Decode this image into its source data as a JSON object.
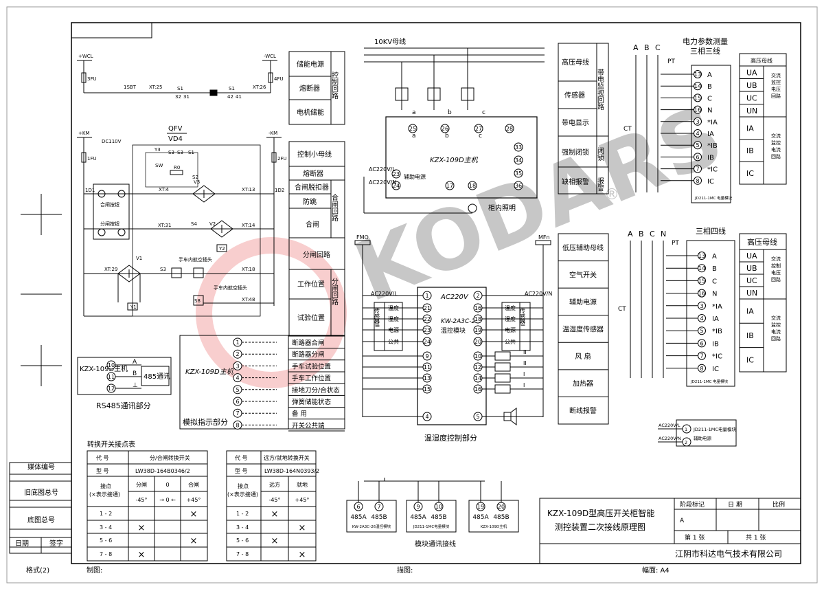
{
  "watermark": "KODARS",
  "dc_control": {
    "wcl_pos": "+WCL",
    "wcl_neg": "-WCL",
    "fu3": "3FU",
    "fu4": "4FU",
    "sbt": "1SBT",
    "xt25": "XT:25",
    "xt26": "XT:26",
    "s1a": "S1",
    "s1b": "S1",
    "s1n1": "32",
    "s1n2": "31",
    "s1n3": "42",
    "s1n4": "41"
  },
  "main_dc": {
    "km_pos": "+KM",
    "km_neg": "-KM",
    "dc": "DC110V",
    "fu1": "1FU",
    "fu2": "2FU",
    "qfv": "QFV",
    "vd4": "VD4",
    "d1": "1D1",
    "d2": "1D2",
    "y3": "Y3",
    "s3": "S3",
    "s3b": "S3",
    "s1": "S1",
    "sw": "SW",
    "r0": "R0",
    "s2": "S2",
    "y1": "Y1",
    "y2": "Y2",
    "v1": "V1",
    "v2": "V2",
    "v3": "V3",
    "s4": "S4",
    "s8": "S8",
    "xt4": "XT:4",
    "xt13": "XT:13",
    "xt31": "XT:31",
    "xt14": "XT:14",
    "xt29": "XT:29",
    "xt18": "XT:18",
    "xt48": "XT:48",
    "close_btn": "合闸按钮",
    "open_btn": "分闸按钮",
    "plug1": "手车内航空插头",
    "plug2": "手车内航空插头"
  },
  "ctrl_table1": {
    "rows": [
      "储能电源",
      "熔断器",
      "电机储能"
    ],
    "group": "控制回路"
  },
  "ctrl_table2": {
    "rows": [
      "控制小母线",
      "熔断器",
      "合闸脱扣器",
      "防跳",
      "合闸",
      "分闸回路",
      "工作位置",
      "试验位置"
    ],
    "group1": "合闸回路",
    "group2": "分闸回路"
  },
  "sim": {
    "nums": [
      "1",
      "2",
      "3",
      "4",
      "5",
      "6",
      "7",
      "8"
    ],
    "labels": [
      "断路器合闸",
      "断路器分闸",
      "手车试验位置",
      "手车工作位置",
      "接地刀分/合状态",
      "弹簧储能状态",
      "备 用",
      "开关公共端"
    ],
    "device": "KZX-109D主机",
    "title": "模拟指示部分"
  },
  "rs485": {
    "device": "KZX-109D主机",
    "pins": [
      "10",
      "11",
      "12"
    ],
    "pin_labels": [
      "A",
      "B",
      "⊥"
    ],
    "bus": "485通讯",
    "title": "RS485通讯部分"
  },
  "hv_bus": {
    "title": "10KV母线",
    "phases": [
      "a",
      "b",
      "c",
      "a",
      "b",
      "c"
    ],
    "terms": [
      "25",
      "26",
      "27",
      "28",
      "33",
      "34",
      "35",
      "36",
      "23",
      "24",
      "17",
      "18"
    ],
    "device": "KZX-109D主机",
    "ac_l": "AC220V/L",
    "ac_n": "AC220V/N",
    "aux": "辅助电源",
    "light": "柜内照明"
  },
  "monitor_table": {
    "rows": [
      "高压母线",
      "传感器",
      "带电显示",
      "强制闭锁",
      "缺相报警"
    ],
    "group1": "带电监视回路",
    "group2": "闭锁",
    "group3": "报警"
  },
  "humid": {
    "ac": "AC220V",
    "ac_l": "AC220V/L",
    "ac_n": "AC220V/N",
    "fmo": "FMO",
    "mfn": "MFn",
    "left_terms": [
      "1",
      "21",
      "22",
      "23",
      "24",
      "9",
      "11",
      "13",
      "15",
      "4"
    ],
    "right_terms": [
      "2",
      "16",
      "18",
      "19",
      "20",
      "10",
      "12",
      "14",
      "16",
      "5"
    ],
    "model": "KW-2A3C-26",
    "module": "温控模块",
    "sensor_left": "传感器II",
    "sensor_right": "传感器I",
    "left_labels": [
      "温度",
      "湿度",
      "电源",
      "公共"
    ],
    "right_labels": [
      "温度",
      "湿度",
      "电源",
      "公共"
    ],
    "roman": [
      "II",
      "II",
      "I",
      "I"
    ],
    "title": "温湿度控制部分"
  },
  "func_table": {
    "rows": [
      "低压辅助母线",
      "空气开关",
      "辅助电源",
      "温湿度传感器",
      "风 扇",
      "加热器",
      "断线报警"
    ]
  },
  "power_param": {
    "title1": "电力参数测量",
    "title2": "三相三线",
    "phases": [
      "A",
      "B",
      "C"
    ],
    "pt": "PT",
    "ct": "CT",
    "terms": [
      "13",
      "14",
      "15",
      "16",
      "3",
      "4",
      "5",
      "6",
      "7",
      "8"
    ],
    "labels": [
      "A",
      "B",
      "C",
      "N",
      "*IA",
      "IA",
      "*IB",
      "IB",
      "*IC",
      "IC"
    ],
    "module": "JD211-1MC 电量模块"
  },
  "hv_table1": {
    "title": "高压母线",
    "v": [
      "UA",
      "UB",
      "UC",
      "UN"
    ],
    "i": [
      "IA",
      "IB",
      "IC"
    ],
    "vgroup": "交流监控电压回路",
    "igroup": "交流监控电流回路"
  },
  "four_wire": {
    "title": "三相四线",
    "phases": [
      "A",
      "B",
      "C",
      "N"
    ],
    "pt": "PT",
    "ct": "CT",
    "terms": [
      "13",
      "14",
      "15",
      "16",
      "3",
      "4",
      "5",
      "6",
      "7",
      "8"
    ],
    "labels": [
      "A",
      "B",
      "C",
      "N",
      "*IA",
      "IA",
      "*IB",
      "IB",
      "*IC",
      "IC"
    ],
    "module": "JD211-1MC 电量模块"
  },
  "hv_table2": {
    "title": "高压母线",
    "v": [
      "UA",
      "UB",
      "UC",
      "UN"
    ],
    "i": [
      "IA",
      "IB",
      "IC"
    ],
    "vgroup": "交流控制电压回路",
    "igroup": "交流监控电流回路"
  },
  "aux_psu": {
    "ac_l": "AC220V/L",
    "ac_n": "AC220V/N",
    "t1": "1",
    "t2": "2",
    "l1": "JD211-1MC电量模块",
    "l2": "辅助电源"
  },
  "switch1": {
    "title": "转换开关接点表",
    "code_label": "代 号",
    "code": "分/合闸转换开关",
    "model_label": "型 号",
    "model": "LW38D-164B0346/2",
    "contact_label": "接点",
    "contact_note": "(×表示接通)",
    "pos": [
      "分闸",
      "0",
      "合闸"
    ],
    "ang": [
      "-45°",
      "→ 0 ←",
      "+45°"
    ],
    "rows": [
      "1 - 2",
      "3 - 4",
      "5 - 6",
      "7 - 8"
    ],
    "marks": [
      [
        "",
        "",
        "×"
      ],
      [
        "×",
        "",
        ""
      ],
      [
        "",
        "",
        "×"
      ],
      [
        "×",
        "",
        ""
      ]
    ]
  },
  "switch2": {
    "code_label": "代 号",
    "code": "远方/就地转换开关",
    "model_label": "型 号",
    "model": "LW38D-164N0393/2",
    "contact_label": "接点",
    "contact_note": "(×表示接通)",
    "pos": [
      "远方",
      "就地"
    ],
    "ang": [
      "-45°",
      "+45°"
    ],
    "rows": [
      "1 - 2",
      "3 - 4",
      "5 - 6",
      "7 - 8"
    ],
    "marks": [
      [
        "×",
        ""
      ],
      [
        "",
        "×"
      ],
      [
        "×",
        ""
      ],
      [
        "",
        "×"
      ]
    ]
  },
  "comm": {
    "t": [
      "6",
      "7",
      "9",
      "10",
      "19",
      "20"
    ],
    "l": [
      "485A",
      "485B",
      "485A",
      "485B",
      "485A",
      "485B"
    ],
    "m1": "KW-2A3C-26温控模块",
    "m2": "JD211-1MC电量模块",
    "m3": "KZX-109D主机",
    "title": "模块通讯接线"
  },
  "title_block": {
    "line1": "KZX-109D型高压开关柜智能",
    "line2": "测控装置二次接线原理图",
    "stage_label": "阶段标记",
    "date_label": "日 期",
    "ratio_label": "比例",
    "stage_val": "A",
    "sheet": "第 1 张",
    "total": "共 1 张",
    "company": "江阴市科达电气技术有限公司"
  },
  "side_block": {
    "r1": "媒体编号",
    "r2": "旧底图总号",
    "r3": "底图总号",
    "date": "日期",
    "sign": "签字"
  },
  "footer": {
    "format": "格式(2)",
    "drawn": "制图:",
    "traced": "描图:",
    "size": "幅面: A4"
  }
}
